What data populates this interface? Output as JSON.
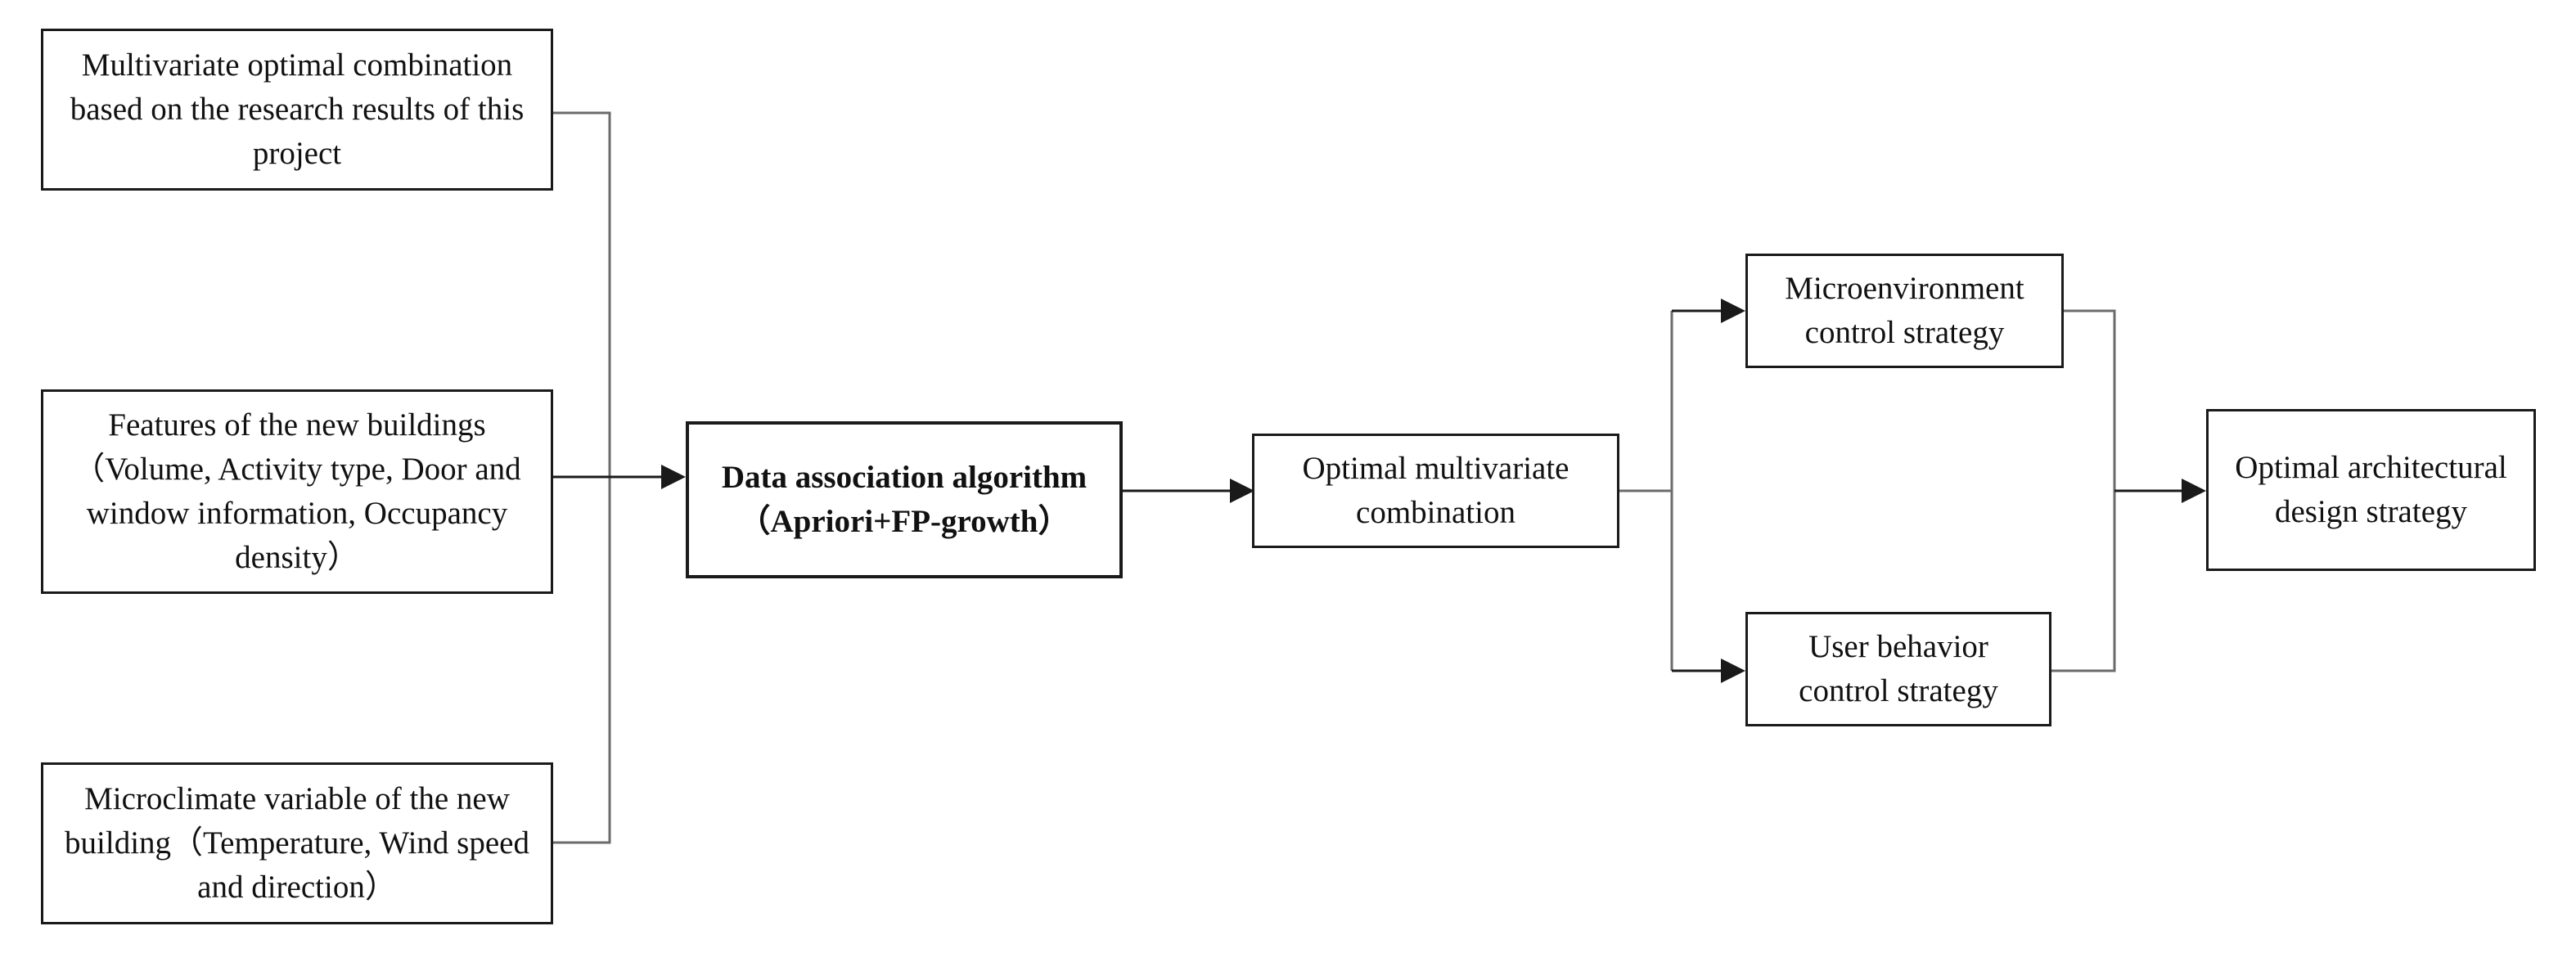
{
  "diagram": {
    "nodes": {
      "input_combination": "Multivariate optimal combination based on the research results of this project",
      "input_features": "Features of the new buildings（Volume, Activity type, Door and window information, Occupancy density）",
      "input_microclimate": "Microclimate variable of the new building（Temperature, Wind speed and direction）",
      "algorithm": "Data association algorithm（Apriori+FP-growth）",
      "optimal_combination": "Optimal multivariate combination",
      "microenvironment_strategy": "Microenvironment control strategy",
      "user_behavior_strategy": "User behavior control strategy",
      "design_strategy": "Optimal architectural design strategy"
    },
    "edges": [
      {
        "from": "input_combination",
        "to": "algorithm"
      },
      {
        "from": "input_features",
        "to": "algorithm"
      },
      {
        "from": "input_microclimate",
        "to": "algorithm"
      },
      {
        "from": "algorithm",
        "to": "optimal_combination"
      },
      {
        "from": "optimal_combination",
        "to": "microenvironment_strategy"
      },
      {
        "from": "optimal_combination",
        "to": "user_behavior_strategy"
      },
      {
        "from": "microenvironment_strategy",
        "to": "design_strategy"
      },
      {
        "from": "user_behavior_strategy",
        "to": "design_strategy"
      }
    ]
  }
}
